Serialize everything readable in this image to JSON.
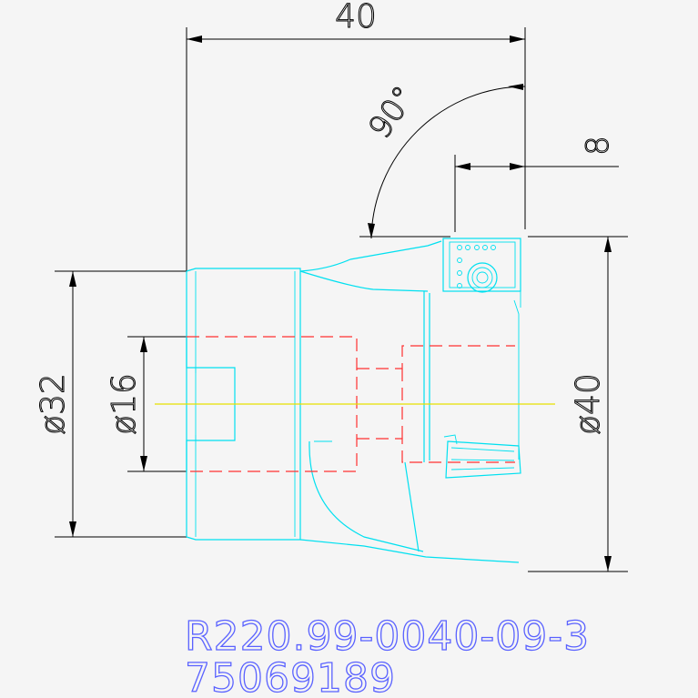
{
  "dimensions": {
    "width_overall": "40",
    "angle": "90°",
    "cut_depth": "8",
    "shank_dia": "ø32",
    "bore_dia": "ø16",
    "cutter_dia": "ø40"
  },
  "part": {
    "code": "R220.99-0040-09-3",
    "number": "75069189"
  },
  "colors": {
    "outline": "#00e0f0",
    "hidden": "#ff3030",
    "centerline": "#e8e000",
    "dimension": "#000000",
    "label": "#5a62ff"
  }
}
